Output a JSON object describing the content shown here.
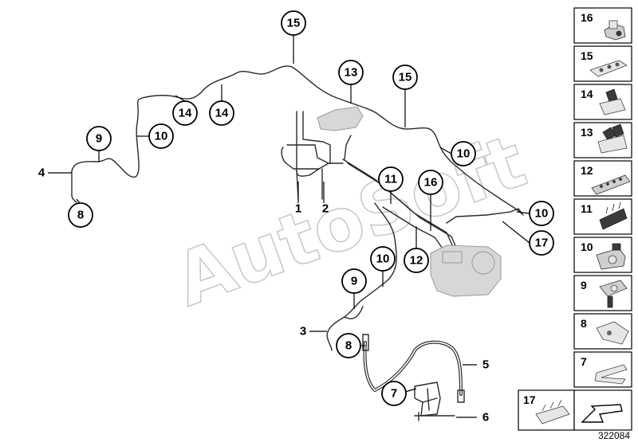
{
  "diagram_id": "322084",
  "watermark": "AutoSoft",
  "callouts": [
    {
      "id": "c15a",
      "label": "15"
    },
    {
      "id": "c13",
      "label": "13"
    },
    {
      "id": "c15b",
      "label": "15"
    },
    {
      "id": "c14a",
      "label": "14"
    },
    {
      "id": "c14b",
      "label": "14"
    },
    {
      "id": "c9a",
      "label": "9"
    },
    {
      "id": "c10a",
      "label": "10"
    },
    {
      "id": "c8a",
      "label": "8"
    },
    {
      "id": "c10b",
      "label": "10"
    },
    {
      "id": "c11",
      "label": "11"
    },
    {
      "id": "c16",
      "label": "16"
    },
    {
      "id": "c10c",
      "label": "10"
    },
    {
      "id": "c17",
      "label": "17"
    },
    {
      "id": "c10d",
      "label": "10"
    },
    {
      "id": "c12",
      "label": "12"
    },
    {
      "id": "c9b",
      "label": "9"
    },
    {
      "id": "c8b",
      "label": "8"
    },
    {
      "id": "c7",
      "label": "7"
    }
  ],
  "plain_labels": [
    {
      "id": "p4",
      "label": "4"
    },
    {
      "id": "p1",
      "label": "1"
    },
    {
      "id": "p2",
      "label": "2"
    },
    {
      "id": "p3",
      "label": "3"
    },
    {
      "id": "p5",
      "label": "5"
    },
    {
      "id": "p6",
      "label": "6"
    }
  ],
  "parts_legend": [
    {
      "number": "16",
      "icon": "clip-holder-icon"
    },
    {
      "number": "15",
      "icon": "pipe-holder-multi-icon"
    },
    {
      "number": "14",
      "icon": "pipe-clip-icon"
    },
    {
      "number": "13",
      "icon": "double-clip-icon"
    },
    {
      "number": "12",
      "icon": "multi-pipe-holder-icon"
    },
    {
      "number": "11",
      "icon": "comb-holder-icon"
    },
    {
      "number": "10",
      "icon": "bracket-clip-icon"
    },
    {
      "number": "9",
      "icon": "screw-clip-icon"
    },
    {
      "number": "8",
      "icon": "bent-bracket-icon"
    },
    {
      "number": "7",
      "icon": "spring-clip-icon"
    },
    {
      "number": "17",
      "icon": "clip-set-icon"
    }
  ]
}
